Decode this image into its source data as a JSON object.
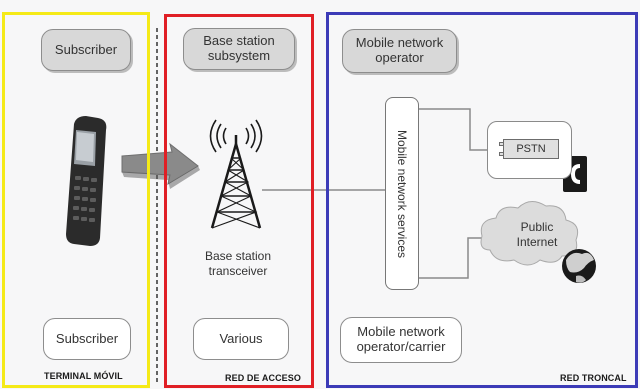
{
  "sections": {
    "terminal": {
      "label": "TERMINAL MÓVIL",
      "border_color": "#f5ea17"
    },
    "access": {
      "label": "RED DE ACCESO",
      "border_color": "#e01f25"
    },
    "core": {
      "label": "RED TRONCAL",
      "border_color": "#3c3bb7"
    }
  },
  "nodes": {
    "subscriber_top": "Subscriber",
    "subscriber_bottom": "Subscriber",
    "bss_line1": "Base station",
    "bss_line2": "subsystem",
    "bts_line1": "Base station",
    "bts_line2": "transceiver",
    "various": "Various",
    "mno_line1": "Mobile network",
    "mno_line2": "operator",
    "mno_carrier_line1": "Mobile network",
    "mno_carrier_line2": "operator/carrier",
    "network_services": "Mobile network services",
    "pstn": "PSTN",
    "internet_line1": "Public",
    "internet_line2": "Internet"
  },
  "icons": {
    "phone": "mobile-phone-icon",
    "tower": "radio-tower-icon",
    "telephone": "telephone-icon",
    "globe": "globe-icon",
    "cloud": "cloud-icon",
    "arrow": "arrow-icon"
  }
}
